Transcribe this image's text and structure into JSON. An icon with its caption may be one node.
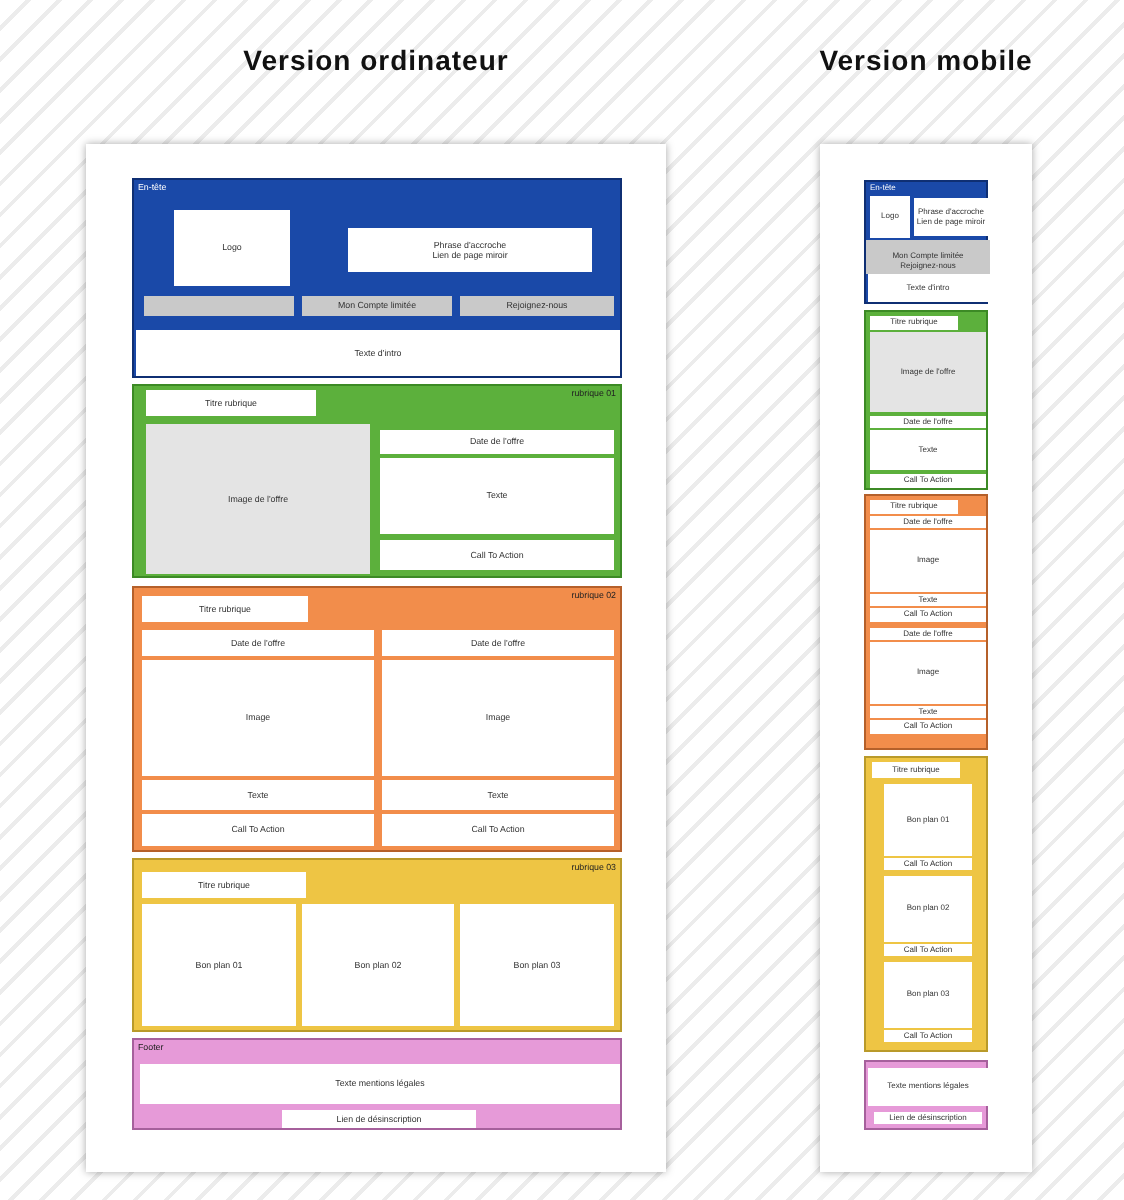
{
  "diagram": {
    "nodes": [
      {
        "text": [
          "Version ordinateur"
        ]
      },
      {
        "text": [
          "En-tête"
        ],
        "in": 0
      },
      {
        "text": [
          "Logo"
        ],
        "in": 1
      },
      {
        "text": [
          "Phrase d'accroche",
          "Lien de page miroir"
        ],
        "in": 1
      },
      {
        "text": [],
        "shape": "box",
        "in": 1
      },
      {
        "text": [
          "Mon Compte limitée"
        ],
        "in": 1
      },
      {
        "text": [
          "Rejoignez-nous"
        ],
        "in": 1
      },
      {
        "text": [
          "Texte d'intro"
        ],
        "in": 1
      },
      {
        "text": [
          "rubrique 01"
        ],
        "in": 0
      },
      {
        "text": [
          "Titre rubrique"
        ],
        "in": 8
      },
      {
        "text": [
          "Image de l'offre"
        ],
        "in": 8
      },
      {
        "text": [
          "Date de l'offre"
        ],
        "in": 8
      },
      {
        "text": [
          "Texte"
        ],
        "in": 8
      },
      {
        "text": [
          "Call To Action"
        ],
        "in": 8
      },
      {
        "text": [
          "rubrique 02"
        ],
        "in": 0
      },
      {
        "text": [
          "Titre rubrique"
        ],
        "in": 14
      },
      {
        "text": [
          "Date de l'offre"
        ],
        "in": 14
      },
      {
        "text": [
          "Date de l'offre"
        ],
        "in": 14
      },
      {
        "text": [
          "Image"
        ],
        "in": 14
      },
      {
        "text": [
          "Image"
        ],
        "in": 14
      },
      {
        "text": [
          "Texte"
        ],
        "in": 14
      },
      {
        "text": [
          "Texte"
        ],
        "in": 14
      },
      {
        "text": [
          "Call To Action"
        ],
        "in": 14
      },
      {
        "text": [
          "Call To Action"
        ],
        "in": 14
      },
      {
        "text": [
          "rubrique 03"
        ],
        "in": 0
      },
      {
        "text": [
          "Titre rubrique"
        ],
        "in": 24
      },
      {
        "text": [
          "Bon plan 01"
        ],
        "in": 24
      },
      {
        "text": [
          "Bon plan 02"
        ],
        "in": 24
      },
      {
        "text": [
          "Bon plan 03"
        ],
        "in": 24
      },
      {
        "text": [
          "Footer"
        ],
        "in": 0
      },
      {
        "text": [
          "Texte mentions légales"
        ],
        "in": 29
      },
      {
        "text": [
          "Lien de désinscription"
        ],
        "in": 29
      },
      {
        "text": [
          "Version mobile"
        ]
      },
      {
        "text": [
          "En-tête"
        ],
        "in": 32
      },
      {
        "text": [
          "Logo"
        ],
        "in": 33
      },
      {
        "text": [
          "Phrase d'accroche",
          "Lien de page miroir"
        ],
        "in": 33
      },
      {
        "text": [],
        "shape": "box",
        "in": 33
      },
      {
        "text": [
          "Mon Compte limitée"
        ],
        "in": 33
      },
      {
        "text": [
          "Rejoignez-nous"
        ],
        "in": 33
      },
      {
        "text": [
          "Texte d'intro"
        ],
        "in": 33
      },
      {
        "text": [],
        "shape": "box",
        "in": 32
      },
      {
        "text": [
          "Titre rubrique"
        ],
        "in": 40
      },
      {
        "text": [
          "Image de l'offre"
        ],
        "in": 40
      },
      {
        "text": [
          "Date de l'offre"
        ],
        "in": 40
      },
      {
        "text": [
          "Texte"
        ],
        "in": 40
      },
      {
        "text": [
          "Call To Action"
        ],
        "in": 40
      },
      {
        "text": [],
        "shape": "box",
        "in": 32
      },
      {
        "text": [
          "Titre rubrique"
        ],
        "in": 46
      },
      {
        "text": [
          "Date de l'offre"
        ],
        "in": 46
      },
      {
        "text": [
          "Image"
        ],
        "in": 46
      },
      {
        "text": [
          "Texte"
        ],
        "in": 46
      },
      {
        "text": [
          "Call To Action"
        ],
        "in": 46
      },
      {
        "text": [
          "Date de l'offre"
        ],
        "in": 46
      },
      {
        "text": [
          "Image"
        ],
        "in": 46
      },
      {
        "text": [
          "Texte"
        ],
        "in": 46
      },
      {
        "text": [
          "Call To Action"
        ],
        "in": 46
      },
      {
        "text": [],
        "shape": "box",
        "in": 32
      },
      {
        "text": [
          "Titre rubrique"
        ],
        "in": 56
      },
      {
        "text": [
          "Bon plan 01"
        ],
        "in": 56
      },
      {
        "text": [
          "Call To Action"
        ],
        "in": 56
      },
      {
        "text": [
          "Bon plan 02"
        ],
        "in": 56
      },
      {
        "text": [
          "Call To Action"
        ],
        "in": 56
      },
      {
        "text": [
          "Bon plan 03"
        ],
        "in": 56
      },
      {
        "text": [
          "Call To Action"
        ],
        "in": 56
      },
      {
        "text": [],
        "shape": "box",
        "in": 32
      },
      {
        "text": [
          "Texte mentions légales"
        ],
        "in": 64
      },
      {
        "text": [
          "Lien de désinscription"
        ],
        "in": 64
      }
    ],
    "edges": []
  }
}
